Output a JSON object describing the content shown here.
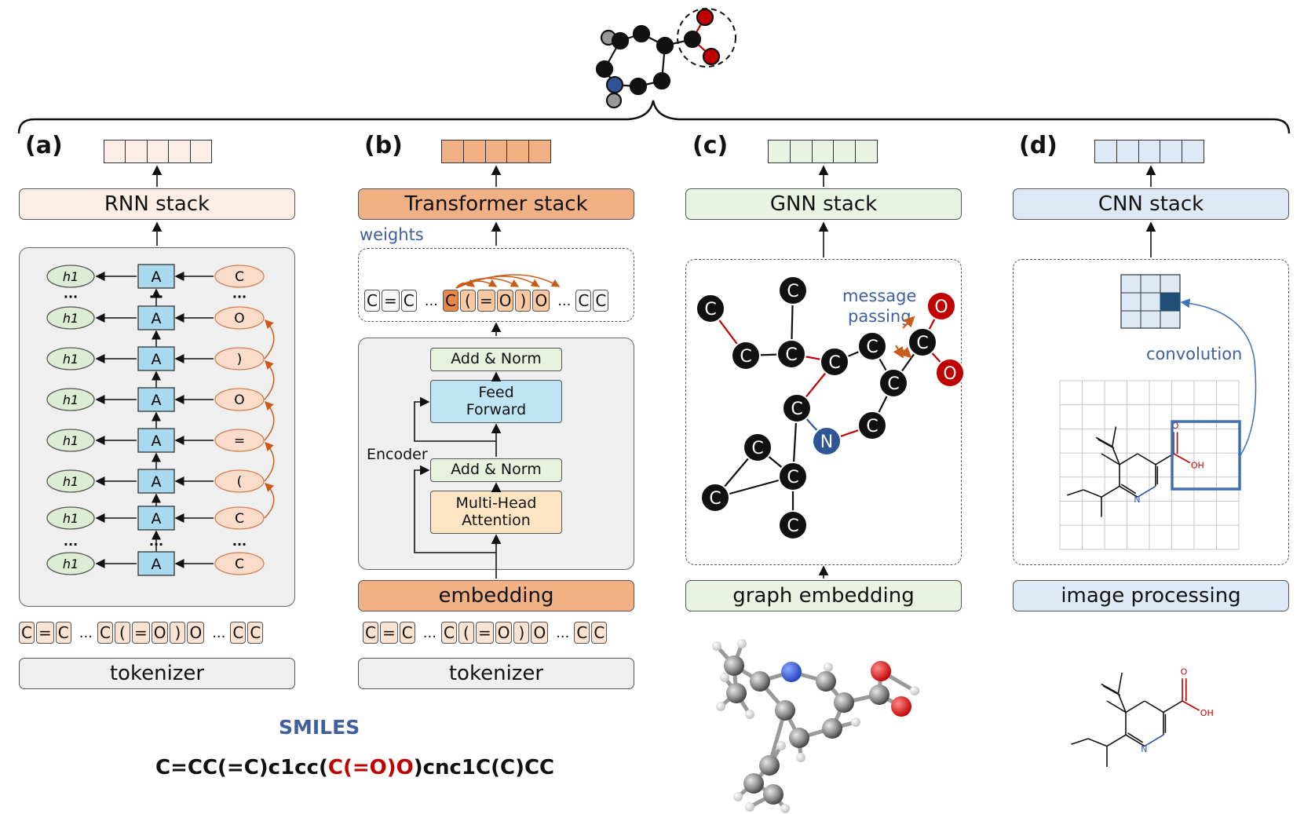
{
  "panels": {
    "a": {
      "label": "(a)",
      "stack": "RNN stack",
      "bottom": "tokenizer"
    },
    "b": {
      "label": "(b)",
      "stack": "Transformer stack",
      "weights": "weights",
      "encoder": "Encoder",
      "add_norm": "Add & Norm",
      "feed_forward_1": "Feed",
      "feed_forward_2": "Forward",
      "mha_1": "Multi-Head",
      "mha_2": "Attention",
      "embedding": "embedding",
      "bottom": "tokenizer"
    },
    "c": {
      "label": "(c)",
      "stack": "GNN stack",
      "message_1": "message",
      "message_2": "passing",
      "bottom": "graph embedding"
    },
    "d": {
      "label": "(d)",
      "stack": "CNN stack",
      "convolution": "convolution",
      "bottom": "image processing"
    }
  },
  "rnn": {
    "hidden": "h1",
    "cell": "A",
    "inputs": [
      "C",
      "O",
      ")",
      "O",
      "=",
      "(",
      "C",
      "C"
    ],
    "dots": "..."
  },
  "tokens": {
    "g1": [
      "C",
      "=",
      "C"
    ],
    "g2": [
      "C",
      "(",
      "=",
      "O",
      ")",
      "O"
    ],
    "g3": [
      "C",
      "C"
    ],
    "dots": "..."
  },
  "gnn_atoms": {
    "carbon": "C",
    "oxygen": "O",
    "nitrogen": "N"
  },
  "image_labels": {
    "o": "O",
    "oh": "OH",
    "n": "N"
  },
  "smiles": {
    "title": "SMILES",
    "part1": "C=CC(=C)c1cc(",
    "part2": "C(=O)O",
    "part3": ")cnc1C(C)CC"
  },
  "colors": {
    "rnn_fill": "#fdeee5",
    "transformer_fill": "#f2b184",
    "transformer_dark": "#e78847",
    "gnn_fill": "#e9f3e2",
    "cnn_fill": "#dde9f5",
    "cell_blue": "#a9d9ef",
    "hidden_green": "#dcedd3",
    "input_orange": "#fbdccb",
    "oxygen_red": "#c00000",
    "nitrogen_blue": "#2f5597",
    "label_blue": "#3f5f9f",
    "arrow_orange": "#c85a1a"
  }
}
